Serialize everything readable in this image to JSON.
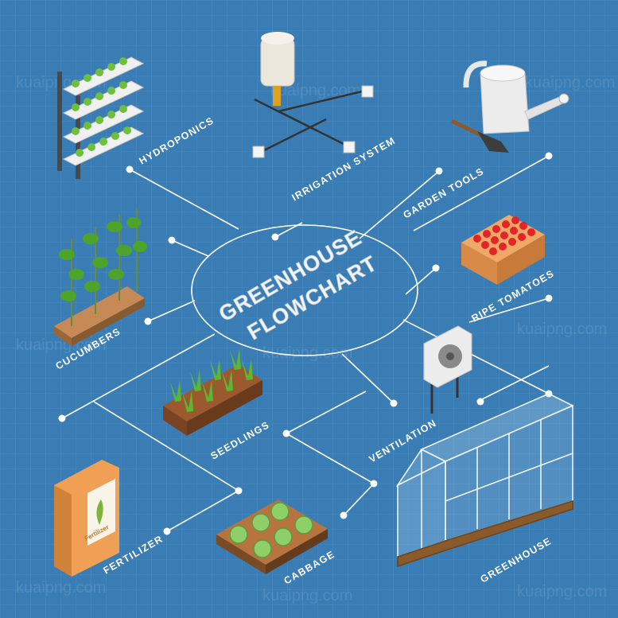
{
  "title": {
    "line1": "GREENHOUSE",
    "line2": "FLOWCHART"
  },
  "nodes": [
    {
      "id": "hydroponics",
      "label": "HYDROPONICS",
      "icon": "hydroponics-rack-icon"
    },
    {
      "id": "irrigation",
      "label": "IRRIGATION SYSTEM",
      "icon": "sprinkler-icon"
    },
    {
      "id": "garden-tools",
      "label": "GARDEN TOOLS",
      "icon": "watering-can-icon"
    },
    {
      "id": "ripe-tomatoes",
      "label": "RIPE TOMATOES",
      "icon": "tomato-crate-icon"
    },
    {
      "id": "cucumbers",
      "label": "CUCUMBERS",
      "icon": "cucumber-plants-icon"
    },
    {
      "id": "seedlings",
      "label": "SEEDLINGS",
      "icon": "seedling-tray-icon"
    },
    {
      "id": "ventilation",
      "label": "VENTILATION",
      "icon": "fan-unit-icon"
    },
    {
      "id": "fertilizer",
      "label": "FERTILIZER",
      "icon": "fertilizer-bag-icon"
    },
    {
      "id": "cabbage",
      "label": "CABBAGE",
      "icon": "cabbage-bed-icon"
    },
    {
      "id": "greenhouse",
      "label": "GREENHOUSE",
      "icon": "greenhouse-icon"
    }
  ],
  "fertilizer_bag_text": "Fertilizer",
  "watermark": "kuaipng.com",
  "colors": {
    "background": "#3a7db5",
    "grid": "#4d8fc4",
    "connector": "#ffffff",
    "text": "#ffffff"
  }
}
